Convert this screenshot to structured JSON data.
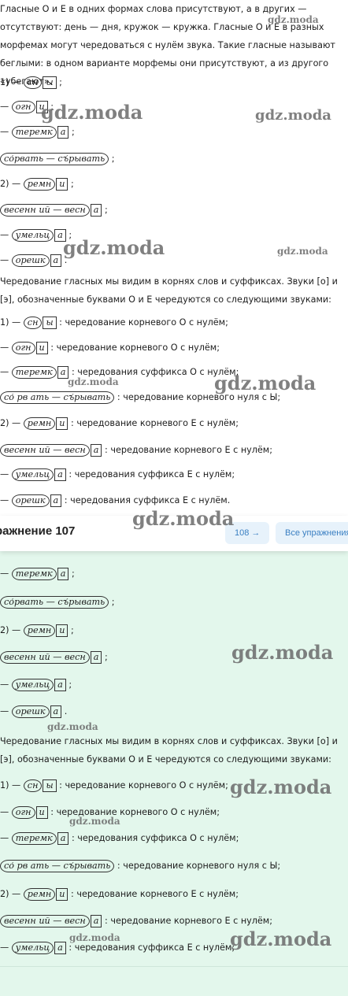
{
  "intro": "Гласные О и Е в одних формах слова присутствуют, а в других — отсутствуют: день — дня, кружок — кружка. Гласные О и Е в разных морфемах могут чередоваться с нулём звука. Такие гласные называют беглыми: в одном варианте морфемы они присутствуют, а из другого «убегают».",
  "items_a": [
    {
      "pre": "1) — ",
      "root": "сн",
      "end": "ы",
      "post": ";"
    },
    {
      "pre": "— ",
      "root": "огн",
      "end": "и",
      "post": ";"
    },
    {
      "pre": "— ",
      "root": "теремк",
      "end": "а",
      "post": ";"
    },
    {
      "pre": "",
      "root": "со̒рвать — съ̒рывать",
      "end": "",
      "post": ";"
    },
    {
      "pre": "2) — ",
      "root": "ремн",
      "end": "и",
      "post": ";"
    },
    {
      "pre": "",
      "root": "весенн ий — весн",
      "end": "а",
      "post": ";"
    },
    {
      "pre": "— ",
      "root": "умельц",
      "end": "а",
      "post": ";"
    },
    {
      "pre": "— ",
      "root": "орешк",
      "end": "а",
      "post": "."
    }
  ],
  "para2": "Чередование гласных мы видим в корнях слов и суффиксах. Звуки [о] и [э], обозначенные буквами О и Е чередуются со следующими звуками:",
  "items_b": [
    {
      "pre": "1) — ",
      "root": "сн",
      "end": "ы",
      "post": ": чередование корневого О с нулём;"
    },
    {
      "pre": "— ",
      "root": "огн",
      "end": "и",
      "post": ": чередование корневого О с нулём;"
    },
    {
      "pre": "— ",
      "root": "теремк",
      "end": "а",
      "post": ": чередования суффикса О с нулём;"
    },
    {
      "pre": "",
      "root": "со̒ рв ать — съ̒рывать",
      "end": "",
      "post": ": чередование корневого нуля с Ы;"
    },
    {
      "pre": "2) — ",
      "root": "ремн",
      "end": "и",
      "post": ": чередование корневого Е с нулём;"
    },
    {
      "pre": "",
      "root": "весенн ий — весн",
      "end": "а",
      "post": ": чередование корневого Е с нулём;"
    },
    {
      "pre": "— ",
      "root": "умельц",
      "end": "а",
      "post": ": чередования суффикса Е с нулём;"
    },
    {
      "pre": "— ",
      "root": "орешк",
      "end": "а",
      "post": ": чередования суффикса Е с нулём."
    }
  ],
  "header": {
    "title": "ражнение 107",
    "next_label": "108 →",
    "all_label": "Все упражнения"
  },
  "items_c": [
    {
      "pre": "— ",
      "root": "теремк",
      "end": "а",
      "post": ";"
    },
    {
      "pre": "",
      "root": "со̒рвать — съ̒рывать",
      "end": "",
      "post": ";"
    },
    {
      "pre": "2) — ",
      "root": "ремн",
      "end": "и",
      "post": ";"
    },
    {
      "pre": "",
      "root": "весенн ий — весн",
      "end": "а",
      "post": ";"
    },
    {
      "pre": "— ",
      "root": "умельц",
      "end": "а",
      "post": ";"
    },
    {
      "pre": "— ",
      "root": "орешк",
      "end": "а",
      "post": "."
    }
  ],
  "para3": "Чередование гласных мы видим в корнях слов и суффиксах. Звуки [о] и [э], обозначенные буквами О и Е чередуются со следующими звуками:",
  "items_d": [
    {
      "pre": "1) — ",
      "root": "сн",
      "end": "ы",
      "post": ": чередование корневого О с нулём;"
    },
    {
      "pre": "— ",
      "root": "огн",
      "end": "и",
      "post": ": чередование корневого О с нулём;"
    },
    {
      "pre": "— ",
      "root": "теремк",
      "end": "а",
      "post": ": чередования суффикса О с нулём;"
    },
    {
      "pre": "",
      "root": "со̒ рв ать — съ̒рывать",
      "end": "",
      "post": ": чередование корневого нуля с Ы;"
    },
    {
      "pre": "2) — ",
      "root": "ремн",
      "end": "и",
      "post": ": чередование корневого Е с нулём;"
    },
    {
      "pre": "",
      "root": "весенн ий — весн",
      "end": "а",
      "post": ": чередование корневого Е с нулём;"
    },
    {
      "pre": "— ",
      "root": "умельц",
      "end": "а",
      "post": ": чередования суффикса Е с нулём;"
    }
  ],
  "watermark": "gdz.moda"
}
